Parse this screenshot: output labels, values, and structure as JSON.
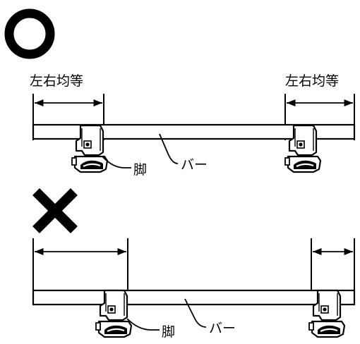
{
  "correct": {
    "symbol": "○",
    "symbol_meaning": "correct",
    "left_label": "左右均等",
    "right_label": "左右均等",
    "foot_label": "脚",
    "bar_label": "バー"
  },
  "incorrect": {
    "symbol": "✕",
    "symbol_meaning": "incorrect",
    "foot_label": "脚",
    "bar_label": "バー"
  },
  "colors": {
    "ink": "#000000",
    "paper": "#ffffff",
    "shade": "#d9d9d9"
  }
}
